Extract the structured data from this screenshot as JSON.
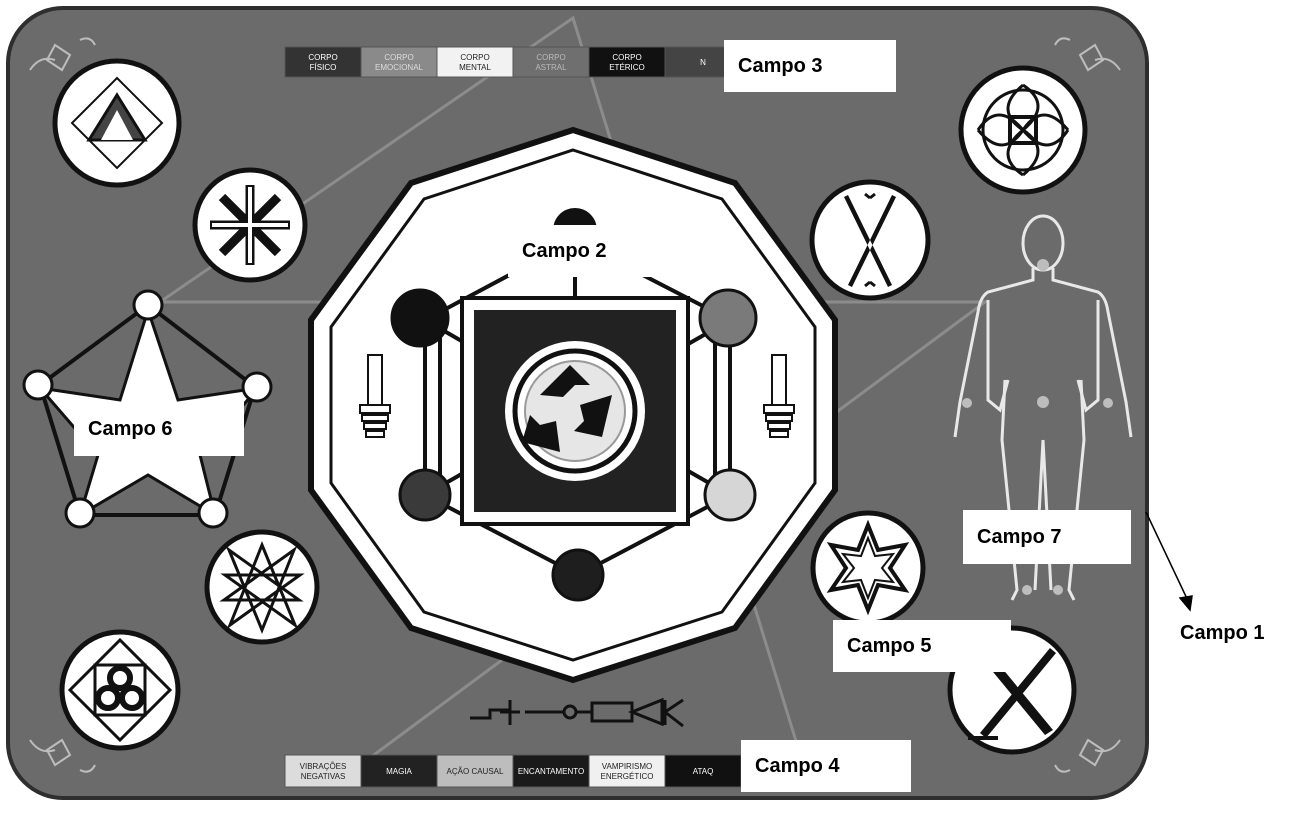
{
  "colors": {
    "board": "#6b6b6b",
    "board_border": "#333333",
    "disc": "#ffffff",
    "symbol": "#222222",
    "outline_figure": "#e8e8e8"
  },
  "top_bar": [
    {
      "line1": "CORPO",
      "line2": "FÍSICO",
      "fill": "#333333",
      "text": "#ffffff"
    },
    {
      "line1": "CORPO",
      "line2": "EMOCIONAL",
      "fill": "#8a8a8a",
      "text": "#dddddd"
    },
    {
      "line1": "CORPO",
      "line2": "MENTAL",
      "fill": "#f2f2f2",
      "text": "#222222"
    },
    {
      "line1": "CORPO",
      "line2": "ASTRAL",
      "fill": "#6f6f6f",
      "text": "#bbbbbb"
    },
    {
      "line1": "CORPO",
      "line2": "ETÉRICO",
      "fill": "#111111",
      "text": "#ffffff"
    },
    {
      "line1": "",
      "line2": "N",
      "fill": "#444444",
      "text": "#ffffff"
    }
  ],
  "bottom_bar": [
    {
      "line1": "VIBRAÇÕES",
      "line2": "NEGATIVAS",
      "fill": "#dcdcdc",
      "text": "#222222"
    },
    {
      "line1": "",
      "line2": "MAGIA",
      "fill": "#222222",
      "text": "#ffffff"
    },
    {
      "line1": "",
      "line2": "AÇÃO CAUSAL",
      "fill": "#bdbdbd",
      "text": "#222222"
    },
    {
      "line1": "",
      "line2": "ENCANTAMENTO",
      "fill": "#1a1a1a",
      "text": "#ffffff"
    },
    {
      "line1": "VAMPIRISMO",
      "line2": "ENERGÉTICO",
      "fill": "#f0f0f0",
      "text": "#222222"
    },
    {
      "line1": "",
      "line2": "ATAQ",
      "fill": "#111111",
      "text": "#ffffff"
    }
  ],
  "labels": {
    "campo1": "Campo 1",
    "campo2": "Campo 2",
    "campo3": "Campo 3",
    "campo4": "Campo 4",
    "campo5": "Campo 5",
    "campo6": "Campo 6",
    "campo7": "Campo 7"
  },
  "icons": {
    "left_column": [
      "triangle-trefoil-icon",
      "woven-star-icon",
      "heptagram-icon",
      "trefoil-square-icon"
    ],
    "right_column": [
      "celtic-knot-icon",
      "crossed-blades-icon",
      "nine-point-star-icon",
      "x-cross-icon"
    ],
    "center": "triskelion-icon",
    "sides": "column-glyph-icon",
    "bottom": "sigil-line-icon",
    "figure": "human-outline-icon",
    "corners": "corner-ornament-icon"
  },
  "sephirot_fills": [
    "#111111",
    "#7a7a7a",
    "#3a3a3a",
    "#d6d6d6",
    "#1e1e1e"
  ]
}
